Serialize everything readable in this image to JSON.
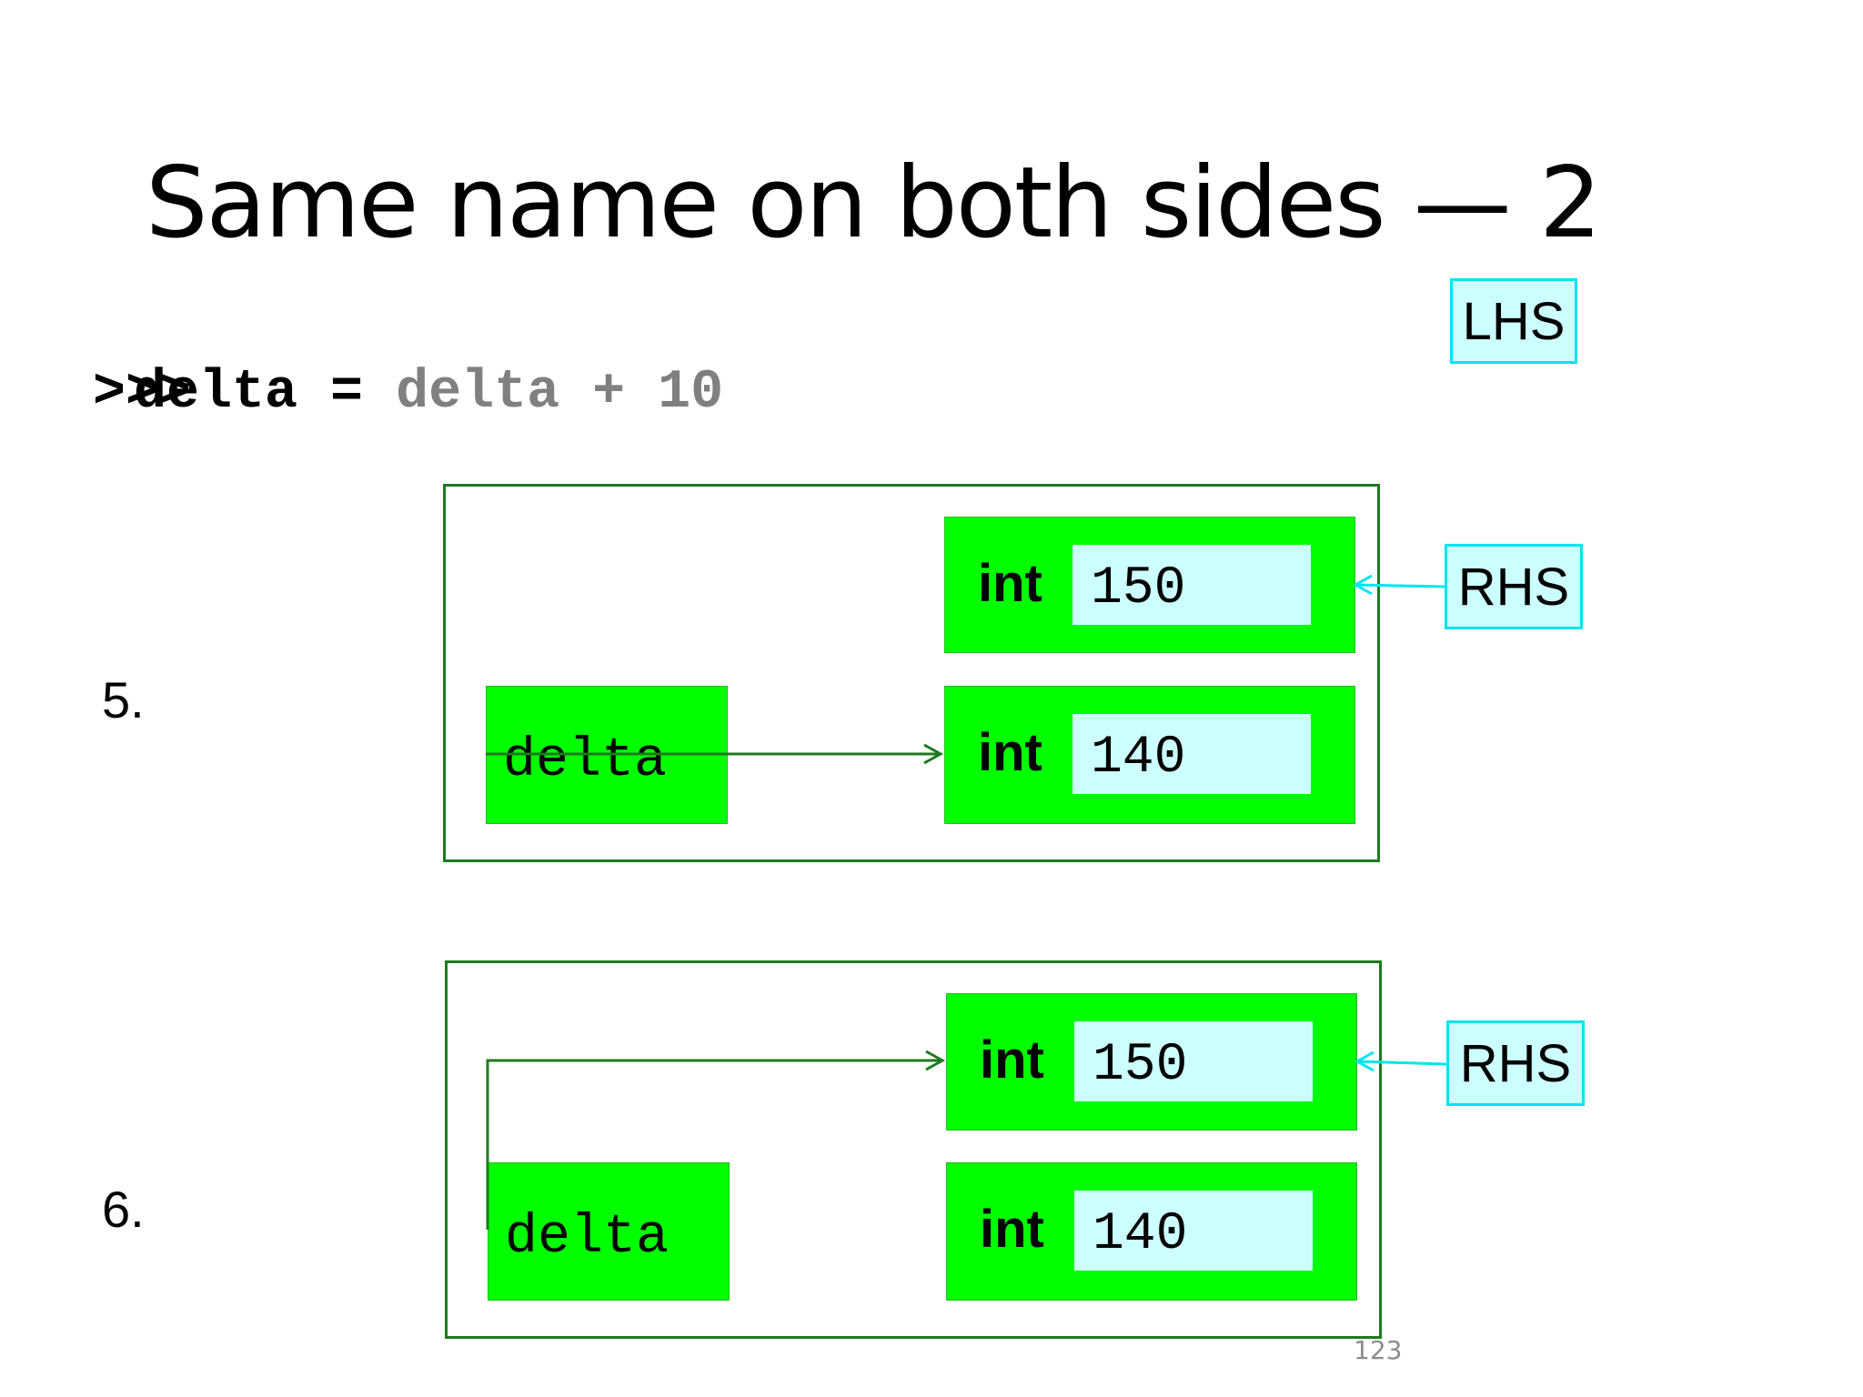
{
  "title": "Same name on both sides — 2",
  "code": {
    "prompt": ">>>",
    "lhs": "delta",
    "equals": " = ",
    "rhs": "delta + 10"
  },
  "labels": {
    "lhs": "LHS",
    "rhs": "RHS"
  },
  "steps": [
    {
      "number": "5.",
      "variable": "delta",
      "objects": [
        {
          "type": "int",
          "value": "150"
        },
        {
          "type": "int",
          "value": "140"
        }
      ],
      "rhs_label": "RHS"
    },
    {
      "number": "6.",
      "variable": "delta",
      "objects": [
        {
          "type": "int",
          "value": "150"
        },
        {
          "type": "int",
          "value": "140"
        }
      ],
      "rhs_label": "RHS"
    }
  ],
  "page_number": "123",
  "colors": {
    "object_fill": "#00ff00",
    "value_fill": "#ccffff",
    "frame_stroke": "#1e7a1e",
    "label_border": "#00e5ee",
    "rhs_code": "#808080"
  }
}
